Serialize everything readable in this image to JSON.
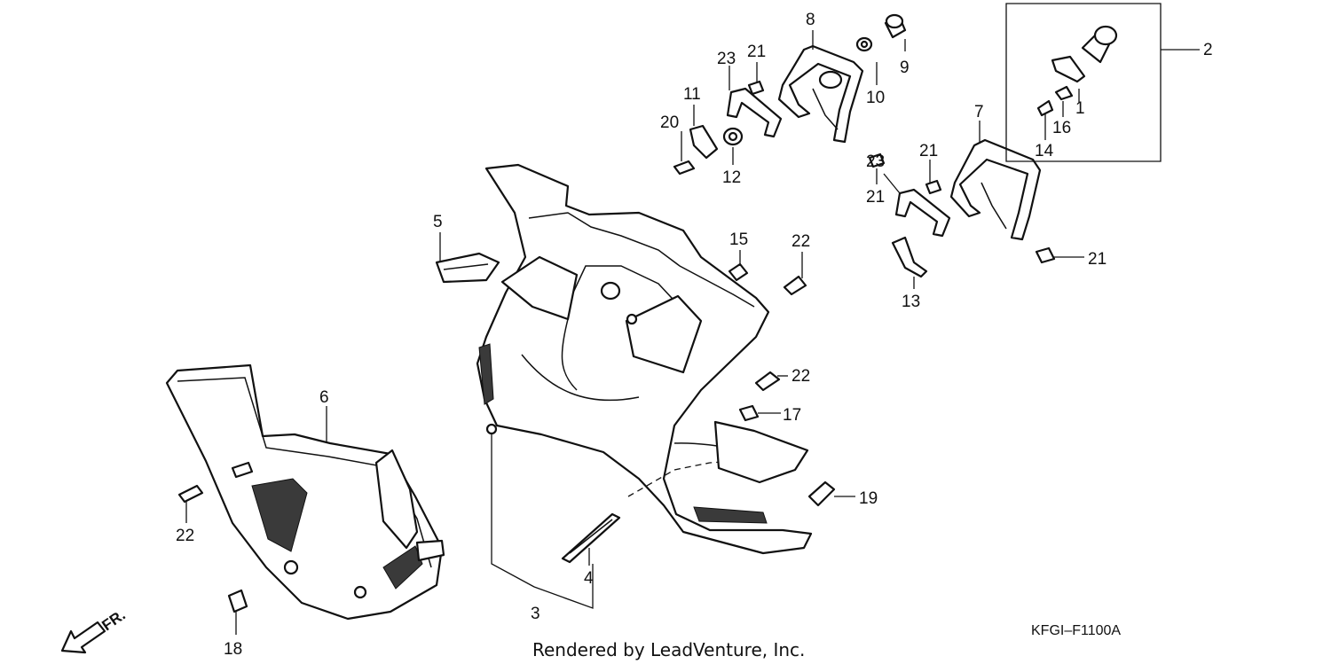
{
  "diagram": {
    "callouts": {
      "c1": "1",
      "c2": "2",
      "c3": "3",
      "c4": "4",
      "c5": "5",
      "c6": "6",
      "c7": "7",
      "c8": "8",
      "c9": "9",
      "c10": "10",
      "c11": "11",
      "c12": "12",
      "c13": "13",
      "c14": "14",
      "c15": "15",
      "c16": "16",
      "c17": "17",
      "c18": "18",
      "c19": "19",
      "c20": "20",
      "c21a": "21",
      "c21b": "21",
      "c21c": "21",
      "c21d": "21",
      "c22a": "22",
      "c22b": "22",
      "c22c": "22",
      "c23a": "23",
      "c23b": "23"
    },
    "front_indicator": "FR.",
    "diagram_code": "KFGI–F1100A",
    "footer": "Rendered by LeadVenture, Inc."
  }
}
